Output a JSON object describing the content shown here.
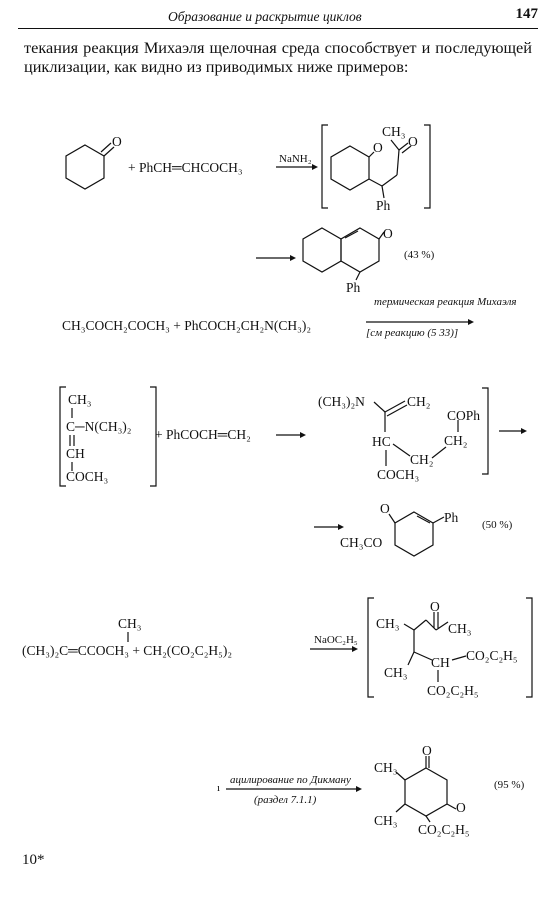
{
  "header": {
    "running_title": "Образование и раскрытие циклов",
    "page_number": "147"
  },
  "paragraph": "текания реакция Михаэля щелочная среда способствует и последующей циклизации, как видно из приводимых ниже примеров:",
  "scheme1": {
    "reagent": "+ PhCH═CHCOCH₃",
    "catalyst": "NaNH₂",
    "product_top_label": "CH₃",
    "product_ph": "Ph",
    "final_ph": "Ph",
    "yield": "(43 %)"
  },
  "scheme2": {
    "equation": "CH₃COCH₂COCH₃ + PhCOCH₂CH₂N(CH₃)₂",
    "arrow_top": "термическая реакция Михаэля",
    "arrow_bottom": "[см реакцию (5 33)]"
  },
  "scheme3": {
    "enamine": [
      "CH₃",
      "C─N(CH₃)₂",
      "CH",
      "COCH₃"
    ],
    "reagent": "+ PhCOCH═CH₂",
    "adduct_nme2": "(CH₃)₂N",
    "adduct_ch2": "CH₂",
    "adduct_coph": "COPh",
    "adduct_hc": "HC",
    "adduct_ch2b": "CH₂",
    "adduct_ch2c": "CH₂",
    "adduct_coch3": "COCH₃",
    "product_ph": "Ph",
    "product_acyl": "CH₃CO",
    "yield": "(50 %)"
  },
  "scheme4": {
    "ch3_top": "CH₃",
    "equation": "(CH₃)₂C═CCOCH₃ + CH₂(CO₂C₂H₅)₂",
    "catalyst": "NaOC₂H₅",
    "ch3a": "CH₃",
    "ch3b": "CH₃",
    "ch_mid": "CH",
    "ester1": "CO₂C₂H₅",
    "ester2": "CO₂C₂H₅",
    "ketone_ch3": "CH₃"
  },
  "scheme5": {
    "mark": "ı",
    "arrow_top": "ацилирование по Дикману",
    "arrow_bottom": "(раздел 7.1.1)",
    "ch3a": "CH₃",
    "ch3b": "CH₃",
    "ester": "CO₂C₂H₅",
    "yield": "(95 %)"
  },
  "footer": {
    "signature": "10*"
  }
}
